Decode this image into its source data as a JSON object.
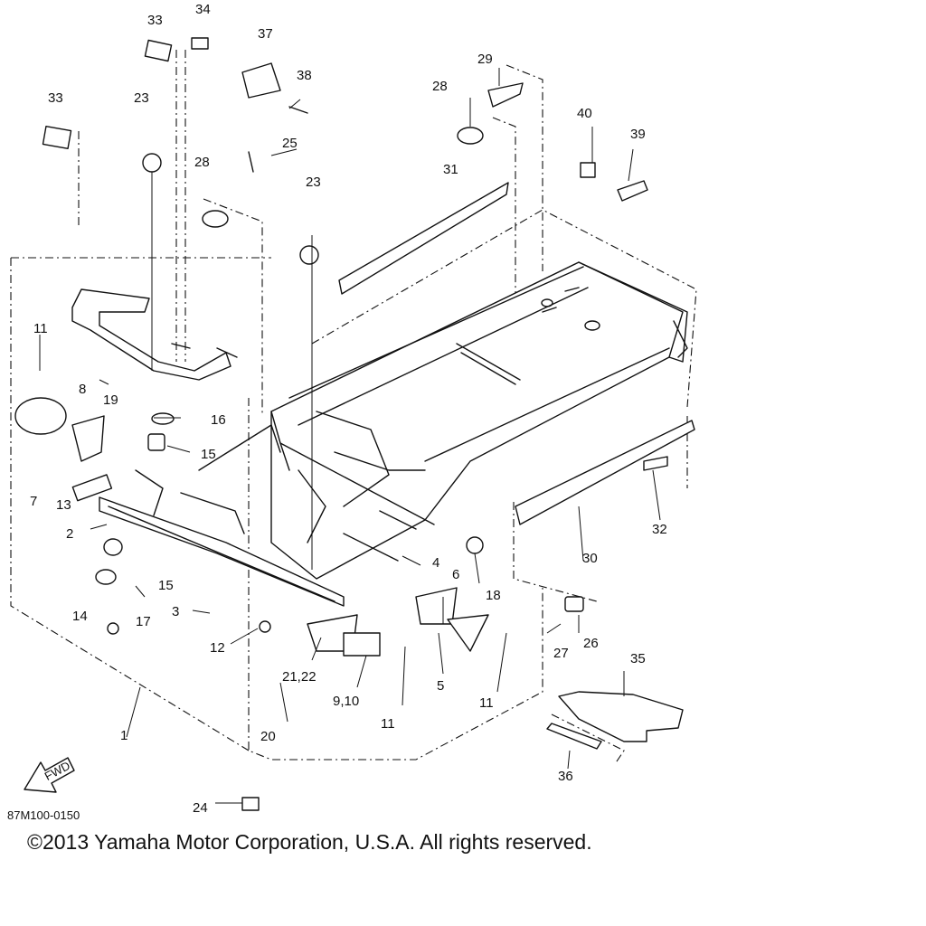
{
  "diagram_code": "87M100-0150",
  "fwd_label": "FWD",
  "copyright": "©2013 Yamaha Motor Corporation, U.S.A. All rights reserved.",
  "callouts": [
    {
      "id": "c33a",
      "text": "33"
    },
    {
      "id": "c34",
      "text": "34"
    },
    {
      "id": "c37",
      "text": "37"
    },
    {
      "id": "c38",
      "text": "38"
    },
    {
      "id": "c29",
      "text": "29"
    },
    {
      "id": "c28a",
      "text": "28"
    },
    {
      "id": "c40",
      "text": "40"
    },
    {
      "id": "c39",
      "text": "39"
    },
    {
      "id": "c33b",
      "text": "33"
    },
    {
      "id": "c23a",
      "text": "23"
    },
    {
      "id": "c25",
      "text": "25"
    },
    {
      "id": "c28b",
      "text": "28"
    },
    {
      "id": "c31",
      "text": "31"
    },
    {
      "id": "c23b",
      "text": "23"
    },
    {
      "id": "c11a",
      "text": "11"
    },
    {
      "id": "c19",
      "text": "19"
    },
    {
      "id": "c8",
      "text": "8"
    },
    {
      "id": "c16",
      "text": "16"
    },
    {
      "id": "c15a",
      "text": "15"
    },
    {
      "id": "c7",
      "text": "7"
    },
    {
      "id": "c13",
      "text": "13"
    },
    {
      "id": "c2",
      "text": "2"
    },
    {
      "id": "c15b",
      "text": "15"
    },
    {
      "id": "c17",
      "text": "17"
    },
    {
      "id": "c14",
      "text": "14"
    },
    {
      "id": "c3",
      "text": "3"
    },
    {
      "id": "c12",
      "text": "12"
    },
    {
      "id": "c4",
      "text": "4"
    },
    {
      "id": "c6",
      "text": "6"
    },
    {
      "id": "c18",
      "text": "18"
    },
    {
      "id": "c30",
      "text": "30"
    },
    {
      "id": "c32",
      "text": "32"
    },
    {
      "id": "c21",
      "text": "21,22"
    },
    {
      "id": "c9",
      "text": "9,10"
    },
    {
      "id": "c11b",
      "text": "11"
    },
    {
      "id": "c5",
      "text": "5"
    },
    {
      "id": "c11c",
      "text": "11"
    },
    {
      "id": "c27",
      "text": "27"
    },
    {
      "id": "c26",
      "text": "26"
    },
    {
      "id": "c35",
      "text": "35"
    },
    {
      "id": "c1",
      "text": "1"
    },
    {
      "id": "c20",
      "text": "20"
    },
    {
      "id": "c36",
      "text": "36"
    },
    {
      "id": "c24",
      "text": "24"
    }
  ]
}
